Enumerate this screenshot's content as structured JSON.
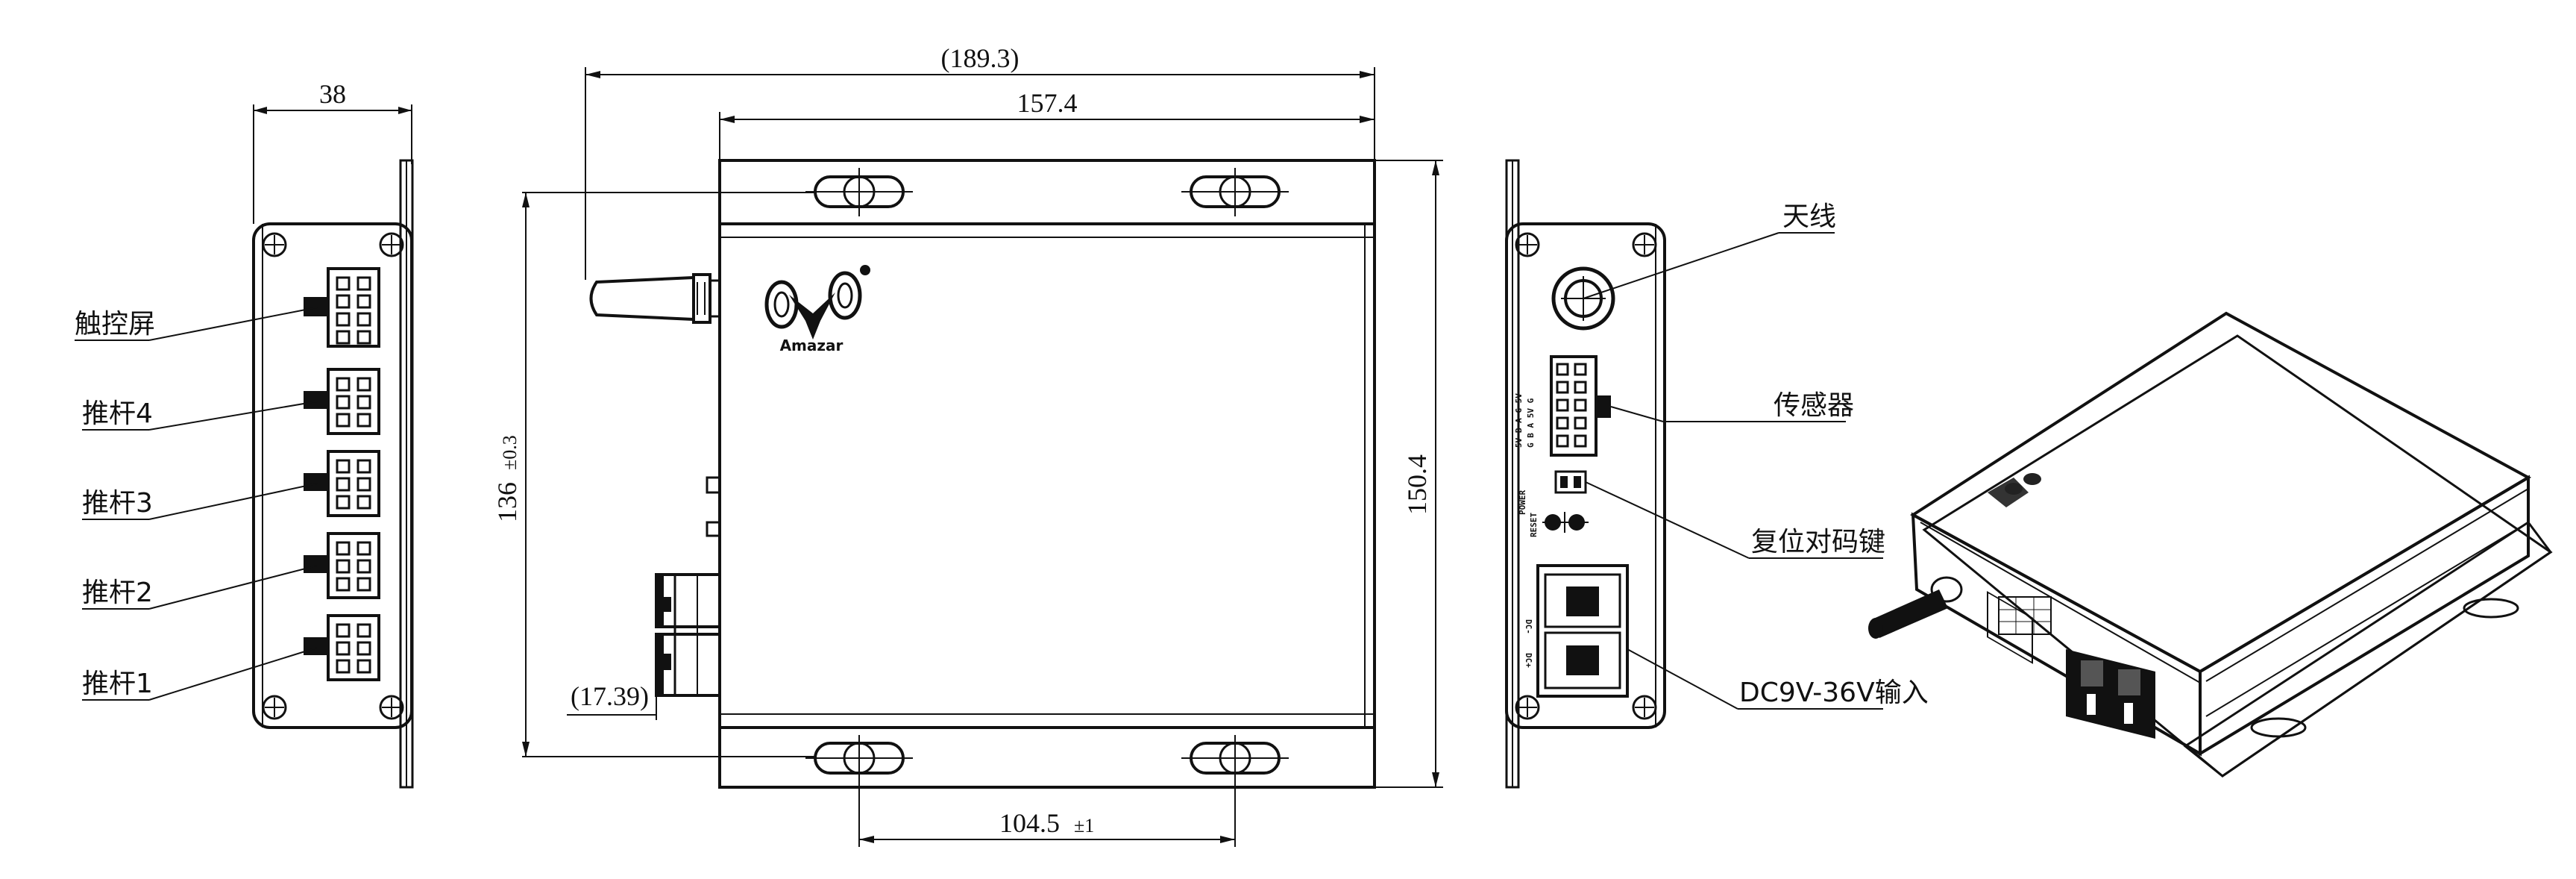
{
  "dimensions": {
    "side_width": "38",
    "overall_length": "(189.3)",
    "body_length": "157.4",
    "height": "136",
    "height_tol": "±0.3",
    "total_height": "150.4",
    "antenna_offset": "(17.39)",
    "hole_spacing": "104.5",
    "hole_spacing_tol": "±1"
  },
  "left_labels": [
    "触控屏",
    "推杆4",
    "推杆3",
    "推杆2",
    "推杆1"
  ],
  "right_labels": [
    "天线",
    "传感器",
    "复位对码键",
    "DC9V-36V输入"
  ],
  "logo_text": "Amazar",
  "panel_marks": {
    "dc_minus": "DC-",
    "dc_plus": "DC+",
    "power": "POWER",
    "reset": "RESET"
  }
}
